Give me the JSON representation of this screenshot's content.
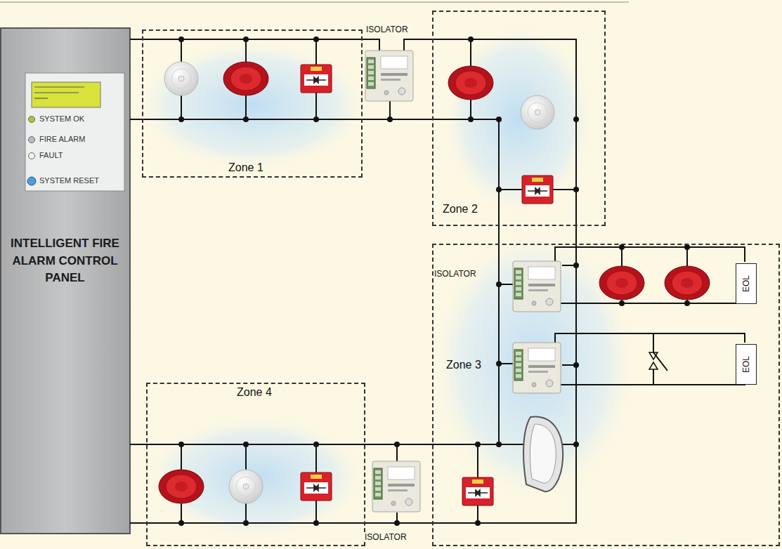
{
  "diagram": {
    "nodes": [
      {
        "text": [
          "SYSTEM OK",
          "FIRE ALARM",
          "FAULT",
          "SYSTEM RESET",
          "INTELLIGENT FIRE ALARM CONTROL PANEL"
        ]
      },
      {
        "text": [
          "Zone 1"
        ]
      },
      {
        "text": [
          "Zone 2"
        ]
      },
      {
        "text": [
          "Zone 3"
        ]
      },
      {
        "text": [
          "Zone 4"
        ]
      },
      {
        "text": [
          "EOL"
        ],
        "in": 3
      },
      {
        "text": [
          "EOL"
        ],
        "in": 3
      }
    ],
    "labels": [
      "ISOLATOR",
      "ISOLATOR",
      "ISOLATOR"
    ]
  }
}
